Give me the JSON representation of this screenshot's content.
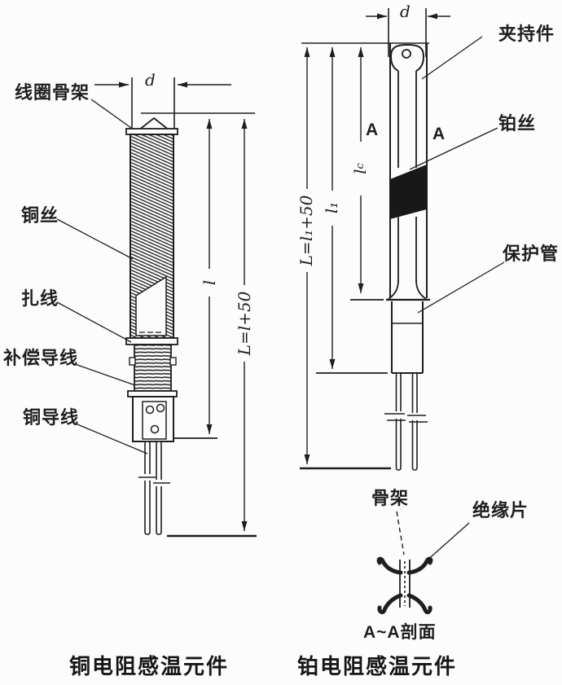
{
  "figure": {
    "background": "#fcfcfc",
    "ink_color": "#1e1e1e",
    "winding_fill": "#181818"
  },
  "left_diagram": {
    "title": "铜电阻感温元件",
    "labels": {
      "coil_skeleton": "线圈骨架",
      "copper_wire": "铜丝",
      "binding_wire": "扎线",
      "compensation_lead": "补偿导线",
      "copper_lead_wire": "铜导线"
    },
    "dimensions": {
      "d": "d",
      "l": "l",
      "L": "L=l+50"
    }
  },
  "right_diagram": {
    "title": "铂电阻感温元件",
    "labels": {
      "clamping_piece": "夹持件",
      "platinum_wire": "铂丝",
      "protection_tube": "保护管",
      "skeleton": "骨架",
      "insulation_sheet": "绝缘片"
    },
    "dimensions": {
      "d": "d",
      "A_left": "A",
      "A_right": "A",
      "lc_base": "l",
      "lc_sub": "c",
      "l1": "l₁",
      "L": "L=l₁+50"
    },
    "section_caption": "A~A剖面"
  }
}
